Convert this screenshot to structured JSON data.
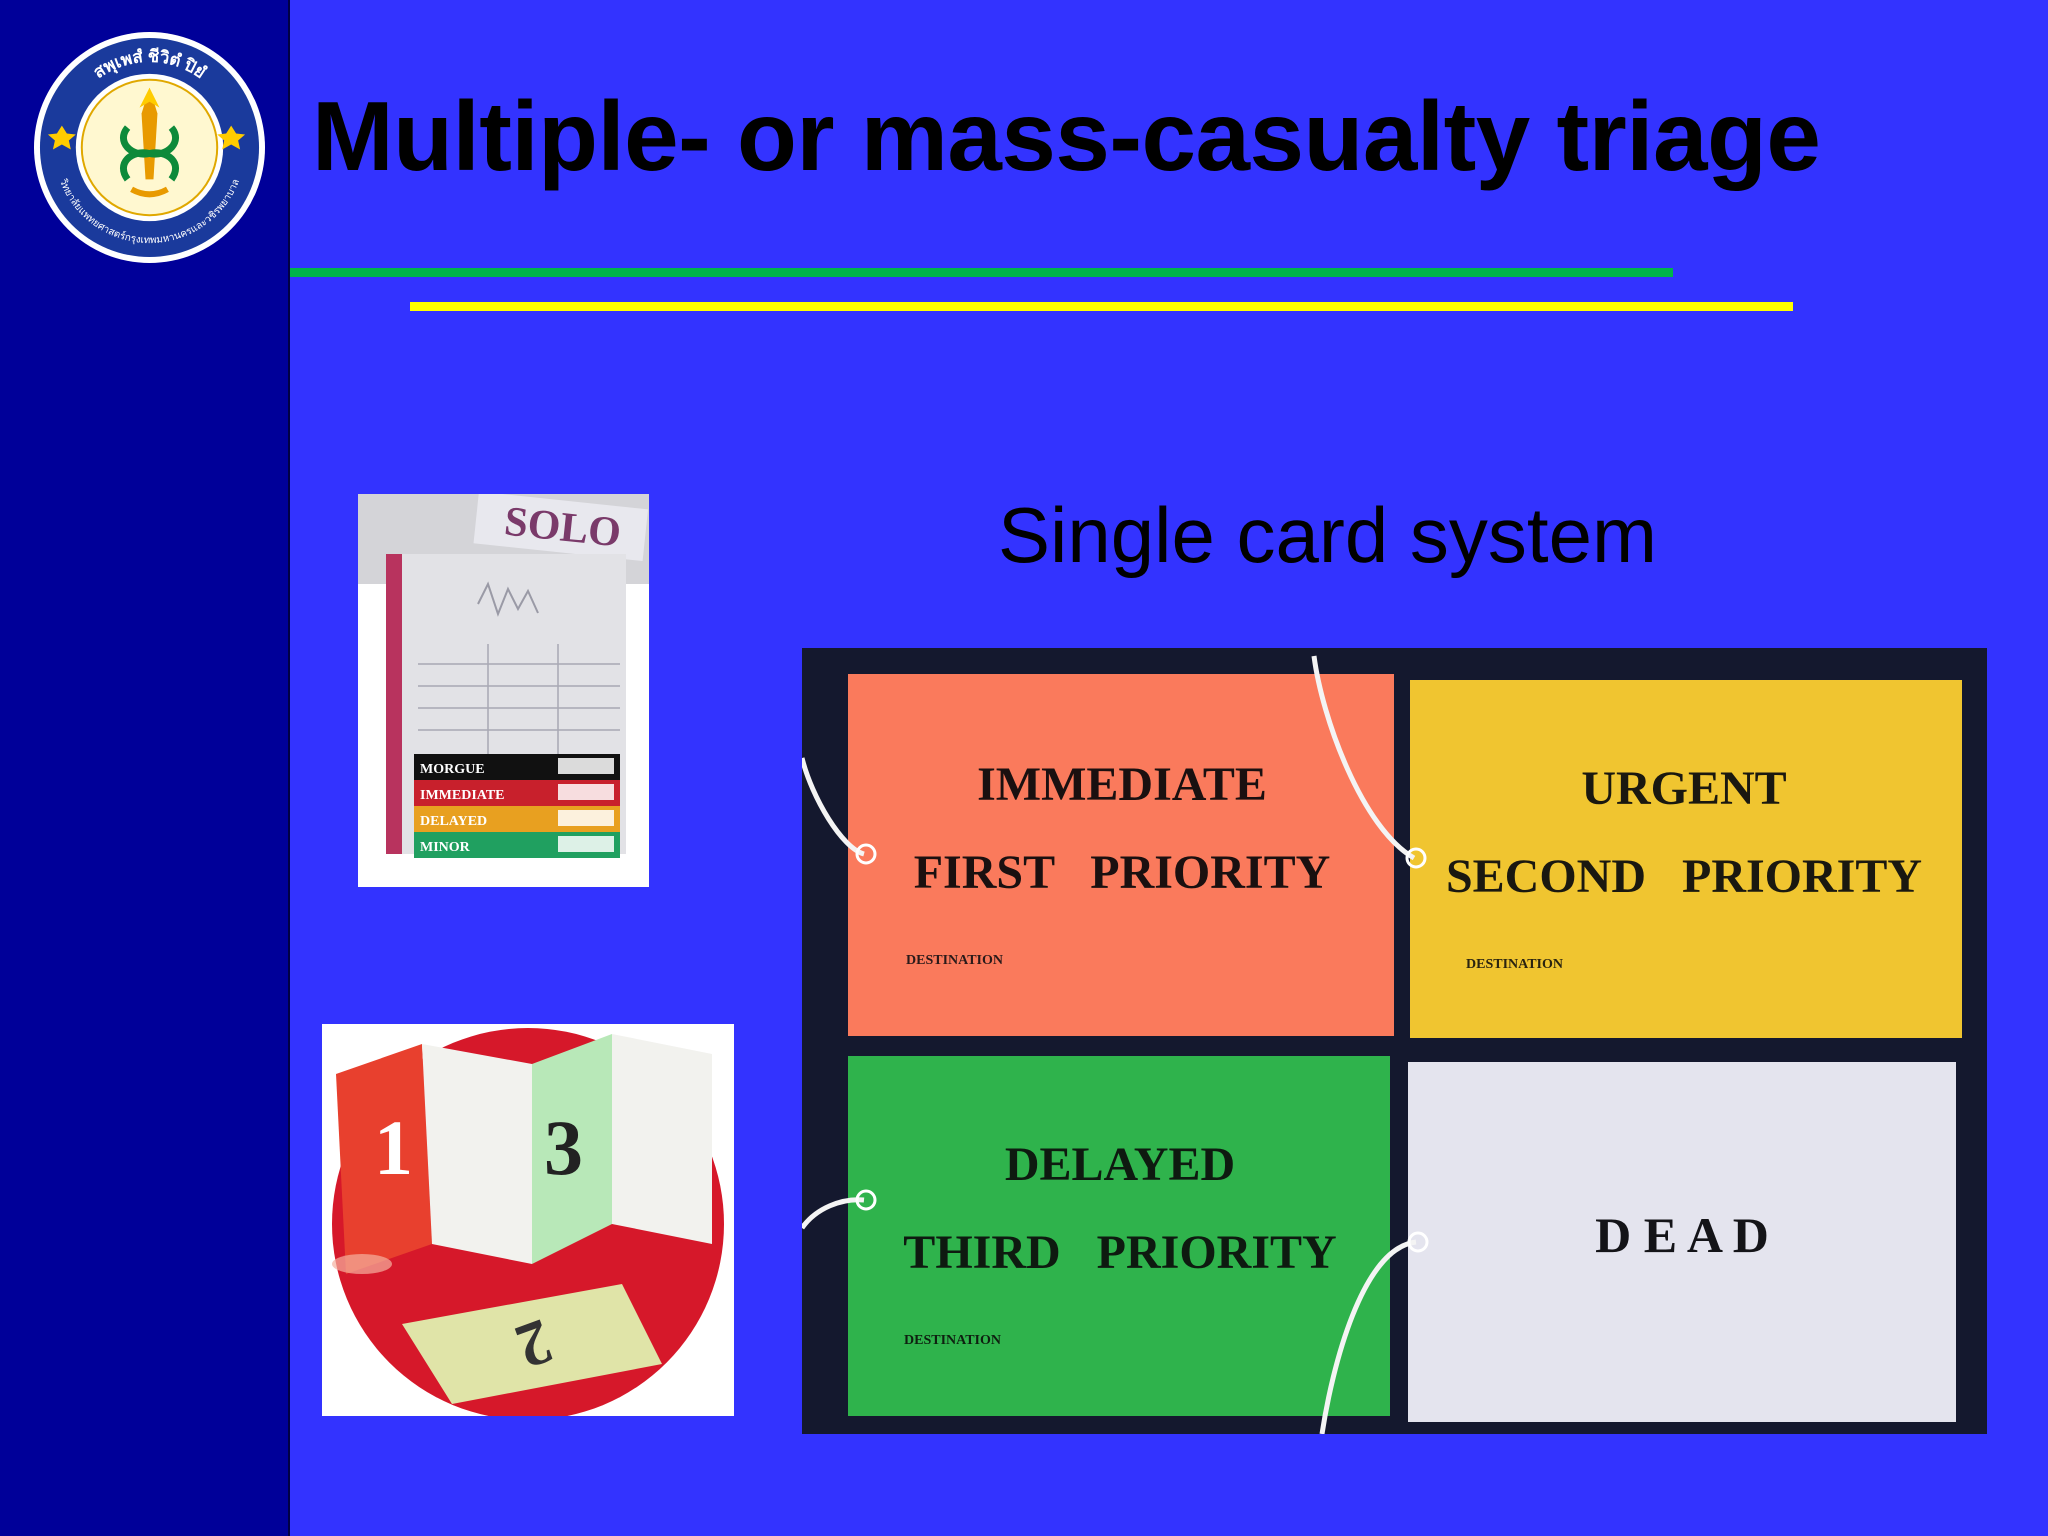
{
  "slide": {
    "title": "Multiple- or mass-casualty triage",
    "subtitle": "Single card system",
    "colors": {
      "background": "#3333ff",
      "sidebar": "#000099",
      "rule_green": "#00b44a",
      "rule_yellow": "#ffff00"
    }
  },
  "logo": {
    "arc_text_top": "สพุเพสํ ชีวิตํ ปิยํ",
    "arc_text_bottom": "วิทยาลัยแพทยศาสตร์กรุงเทพมหานครและวชิรพยาบาล",
    "icon": "caduceus-emblem-icon"
  },
  "solo_card_photo": {
    "brand": "SOLO",
    "bands": [
      "MORGUE",
      "IMMEDIATE",
      "DELAYED",
      "MINOR"
    ]
  },
  "folded_card_photo": {
    "numbers": [
      "1",
      "3",
      "2"
    ]
  },
  "cards_photo": {
    "cards": [
      {
        "line1": "IMMEDIATE",
        "line2": "FIRST   PRIORITY",
        "destination": "DESTINATION",
        "color": "#fa7a5c"
      },
      {
        "line1": "URGENT",
        "line2": "SECOND   PRIORITY",
        "destination": "DESTINATION",
        "color": "#f0c530"
      },
      {
        "line1": "DELAYED",
        "line2": "THIRD   PRIORITY",
        "destination": "DESTINATION",
        "color": "#2fb34c"
      },
      {
        "line1": "D E A D",
        "line2": "",
        "destination": "",
        "color": "#e4e4ee"
      }
    ]
  }
}
